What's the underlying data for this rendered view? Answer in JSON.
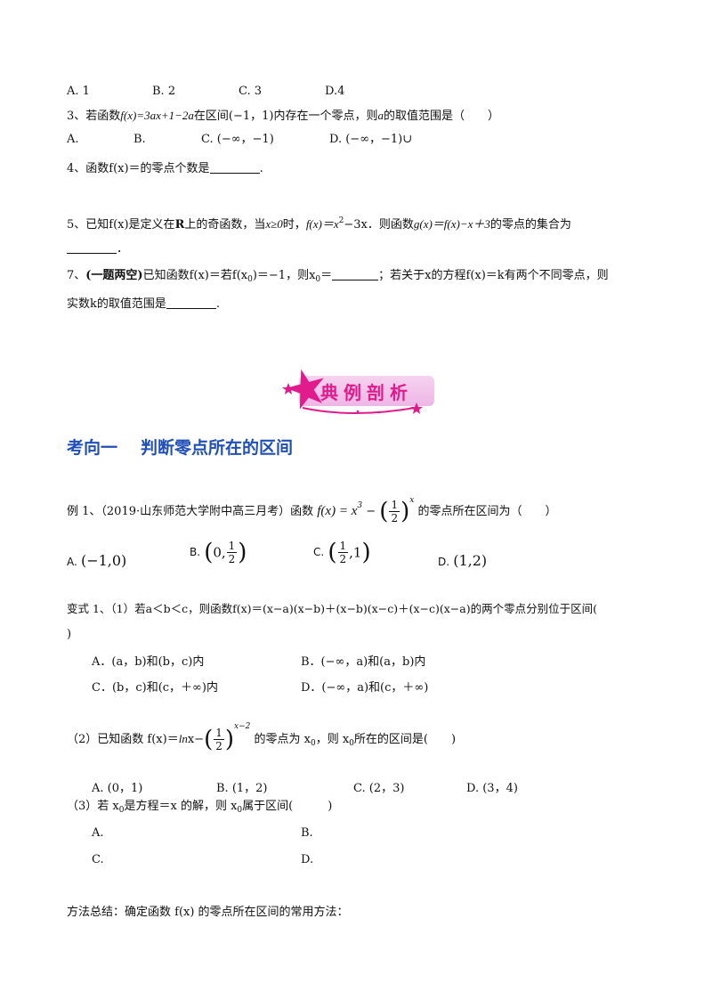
{
  "q_prev_options": [
    "A. 1",
    "B. 2",
    "C. 3",
    "D.4"
  ],
  "q3": {
    "num": "3、若函数",
    "func": "f(x)=3ax+1−2a",
    "text1": "在区间(−1，1)内存在一个零点，则",
    "var": "a",
    "text2": "的取值范围是（　　）",
    "options": [
      "A.",
      "B.",
      "C. (−∞，−1)",
      "D. (−∞，−1)∪"
    ]
  },
  "q4": {
    "text": "4、函数f(x)＝的零点个数是",
    "tail": "."
  },
  "q5": {
    "part1": "5、已知f(x)是定义在",
    "R": "R",
    "part2": "上的奇函数，当",
    "cond": "x≥0",
    "part3": "时，",
    "fx": "f(x)＝x",
    "sq": "2",
    "part4": "−3x．则函数",
    "gx": "g(x)＝f(x)−x＋3",
    "part5": "的零点的集合为",
    "tail": "．"
  },
  "q7": {
    "num": "7、",
    "tag": "(一题两空)",
    "part1": "已知函数f(x)＝",
    "part2": "若f(x",
    "sub0": "0",
    "part3": ")＝−1，则x",
    "part4": "＝",
    "part5": "；若关于x的方程f(x)＝k有两个不同零点，则",
    "line2": "实数k的取值范围是",
    "tail": "."
  },
  "banner": {
    "title": "典例剖析"
  },
  "section": {
    "prefix": "考向一",
    "title": "判断零点所在的区间"
  },
  "ex1": {
    "label": "例 1、（2019·山东师范大学附中高三月考）函数",
    "func_lhs": "f(x) = x",
    "exp3": "3",
    "minus": " − ",
    "half_num": "1",
    "half_den": "2",
    "exp_x": "x",
    "tail": "的零点所在区间为（　　）",
    "options": {
      "A_label": "A.",
      "A_val": "(−1,0)",
      "B_label": "B.",
      "B_left": "0,",
      "B_num": "1",
      "B_den": "2",
      "C_label": "C.",
      "C_num": "1",
      "C_den": "2",
      "C_right": ",1",
      "D_label": "D.",
      "D_val": "(1,2)"
    }
  },
  "var1": {
    "line1": "变式 1、（1）若a＜b＜c，则函数f(x)＝(x−a)(x−b)＋(x−b)(x−c)＋(x−c)(x−a)的两个零点分别位于区间(",
    "line2": ")",
    "options": [
      "A．(a，b)和(b，c)内",
      "B．(−∞，a)和(a，b)内",
      "C．(b，c)和(c，＋∞)内",
      "D．(−∞，a)和(c，＋∞)"
    ]
  },
  "var2": {
    "pre": "（2）已知函数 f(x)＝",
    "ln": "ln",
    "x": "x−",
    "num": "1",
    "den": "2",
    "exp": "x−2",
    "post1": "的零点为 x",
    "sub": "0",
    "post2": "，则 x",
    "post3": "所在的区间是(　　)",
    "options": [
      "A. (0，1)",
      "B. (1，2)",
      "C. (2，3)",
      "D. (3，4)"
    ]
  },
  "var3": {
    "pre": "（3）若 x",
    "sub": "0",
    "mid": "是方程＝x 的解，则 x",
    "post": "属于区间(　　　)",
    "options": [
      "A.",
      "B.",
      "C.",
      "D."
    ]
  },
  "summary": {
    "text": "方法总结：确定函数 f(x) 的零点所在区间的常用方法："
  }
}
